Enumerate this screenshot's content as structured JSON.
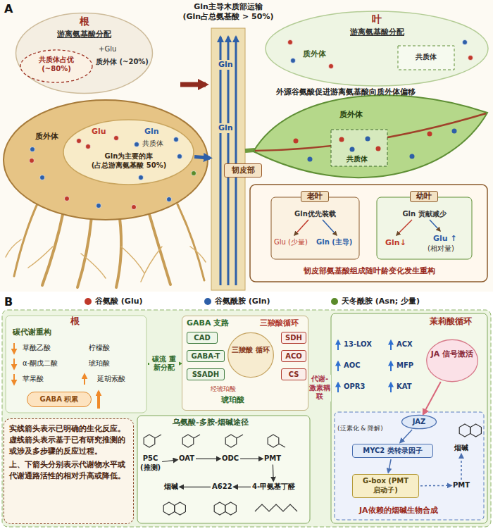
{
  "diagram": {
    "nodes": [
      {
        "text": [
          "根",
          "游离氨基酸分配",
          "+Glu",
          "质外体 (~20%)"
        ]
      },
      {
        "text": [
          "共质体占优 (~80%)"
        ],
        "in": 0
      },
      {
        "text": [
          "质外体"
        ]
      },
      {
        "text": [
          "Glu",
          "Gln",
          "共质体",
          "Gln为主要的库 (占总游离氨基酸 50%)"
        ],
        "in": 2
      },
      {
        "text": [
          "Gln",
          "Gln"
        ]
      },
      {
        "text": [
          "叶",
          "游离氨基酸分配",
          "质外体"
        ]
      },
      {
        "text": [
          "共质体"
        ],
        "in": 5
      },
      {
        "text": [
          "质外体"
        ]
      },
      {
        "text": [
          "共质体"
        ],
        "in": 7
      },
      {
        "text": [
          "韧皮部"
        ]
      },
      {
        "text": [
          "韧皮部氨基酸组成随叶龄变化发生重构"
        ]
      },
      {
        "text": [
          "老叶",
          "Gln优先装载",
          "Glu (少量)",
          "Gln (主导)"
        ],
        "in": 10
      },
      {
        "text": [
          "幼叶",
          "Gln 贡献减少",
          "Gln↓",
          "Glu ↑",
          "(相对量)"
        ],
        "in": 10
      },
      {
        "text": [
          "根",
          "碳代谢重构",
          "草酰乙酸",
          "柠檬酸",
          "α-酮戊二酸",
          "琥珀酸",
          "苹果酸",
          "延胡索酸"
        ]
      },
      {
        "text": [
          "GABA 积累"
        ],
        "in": 13
      },
      {
        "text": [
          "GABA 支路",
          "三羧酸循环",
          "经琥珀酸",
          "琥珀酸"
        ]
      },
      {
        "text": [
          "CAD"
        ],
        "in": 15
      },
      {
        "text": [
          "GABA-T"
        ],
        "in": 15
      },
      {
        "text": [
          "SSADH"
        ],
        "in": 15
      },
      {
        "text": [
          "三羧酸 循环"
        ],
        "in": 15
      },
      {
        "text": [
          "SDH"
        ],
        "in": 15
      },
      {
        "text": [
          "ACO"
        ],
        "in": 15
      },
      {
        "text": [
          "CS"
        ],
        "in": 15
      },
      {
        "text": [
          "茉莉酸循环",
          "13-LOX",
          "ACX",
          "AOC",
          "MFP",
          "OPR3",
          "KAT"
        ]
      },
      {
        "text": [
          "JA 信号激活"
        ],
        "in": 23
      },
      {
        "text": [
          "(泛素化 & 降解)",
          "JA依赖的烟碱生物合成"
        ],
        "in": 23
      },
      {
        "text": [
          "JAZ"
        ],
        "in": 25
      },
      {
        "text": [
          "MYC2 类转录因子"
        ],
        "in": 25
      },
      {
        "text": [
          "G-box (PMT 启动子)"
        ],
        "in": 25
      },
      {
        "text": [
          "PMT"
        ],
        "in": 25
      },
      {
        "text": [
          "烟碱"
        ],
        "in": 25
      },
      {
        "text": [
          "乌氨酸-多胺-烟碱途径"
        ]
      },
      {
        "text": [
          "P5C",
          "(推测)"
        ],
        "in": 31
      },
      {
        "text": [
          "OAT"
        ],
        "in": 31
      },
      {
        "text": [
          "ODC"
        ],
        "in": 31
      },
      {
        "text": [
          "PMT"
        ],
        "in": 31
      },
      {
        "text": [
          "4-甲氨基丁醛"
        ],
        "in": 31
      },
      {
        "text": [
          "A622"
        ],
        "in": 31
      },
      {
        "text": [
          "烟碱"
        ],
        "in": 31
      },
      {
        "text": [
          "实线箭头表示已明确的生化反应。虚线箭头表示基于已有研究推测的或涉及多步骤的反应过程。",
          "上、下箭头分别表示代谢物水平或代谢通路活性的相对升高或降低。"
        ]
      }
    ],
    "edges": [
      {
        "from": 3,
        "to": 4,
        "arrow": "to"
      },
      {
        "from": 13,
        "to": 15,
        "label": "碳流 重新分配",
        "arrow": "to"
      },
      {
        "from": 15,
        "to": 23,
        "label": "代谢-激素耦联",
        "arrow": "to"
      },
      {
        "from": 24,
        "to": 26,
        "arrow": "to"
      },
      {
        "from": 26,
        "to": 27,
        "arrow": "to"
      },
      {
        "from": 27,
        "to": 28,
        "arrow": "to"
      },
      {
        "from": 28,
        "to": 29,
        "arrow": "to"
      },
      {
        "from": 29,
        "to": 30,
        "arrow": "to"
      },
      {
        "from": 32,
        "to": 33,
        "arrow": "to"
      },
      {
        "from": 33,
        "to": 34,
        "arrow": "to"
      },
      {
        "from": 34,
        "to": 35,
        "arrow": "to"
      },
      {
        "from": 35,
        "to": 36,
        "arrow": "to"
      },
      {
        "from": 36,
        "to": 37,
        "arrow": "to"
      },
      {
        "from": 37,
        "to": 38,
        "arrow": "to"
      }
    ],
    "labels": [
      "A",
      "Gln主导木质部运输 (Gln占总氨基酸 > 50%)",
      "外源谷氨酸促进游离氨基酸向质外体偏移",
      "B"
    ],
    "legend": [
      {
        "text": "谷氨酸 (Glu)",
        "color": "#c0392b"
      },
      {
        "text": "谷氨酰胺 (Gln)",
        "color": "#2e5fa8"
      },
      {
        "text": "天冬酰胺 (Asn; 少量)",
        "color": "#5a8a2a"
      }
    ]
  }
}
